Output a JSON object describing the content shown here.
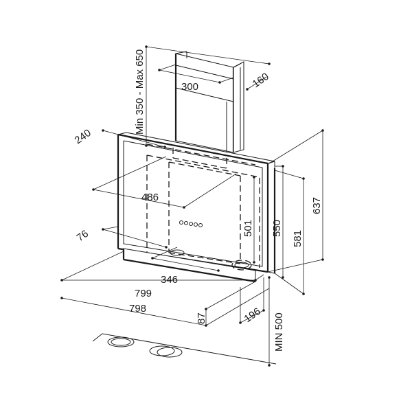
{
  "labels": {
    "height_range": "Min 350 - Max 650",
    "chimney_width": "300",
    "chimney_depth": "160",
    "hood_depth_top": "240",
    "inner_width": "486",
    "inner_height": "501",
    "front_height": "550",
    "side_height": "581",
    "total_height": "637",
    "bottom_offset": "76",
    "bottom_width": "346",
    "outer_width": "799",
    "full_width": "798",
    "base_depth": "87",
    "side_depth": "196",
    "min_distance": "MIN 500"
  }
}
